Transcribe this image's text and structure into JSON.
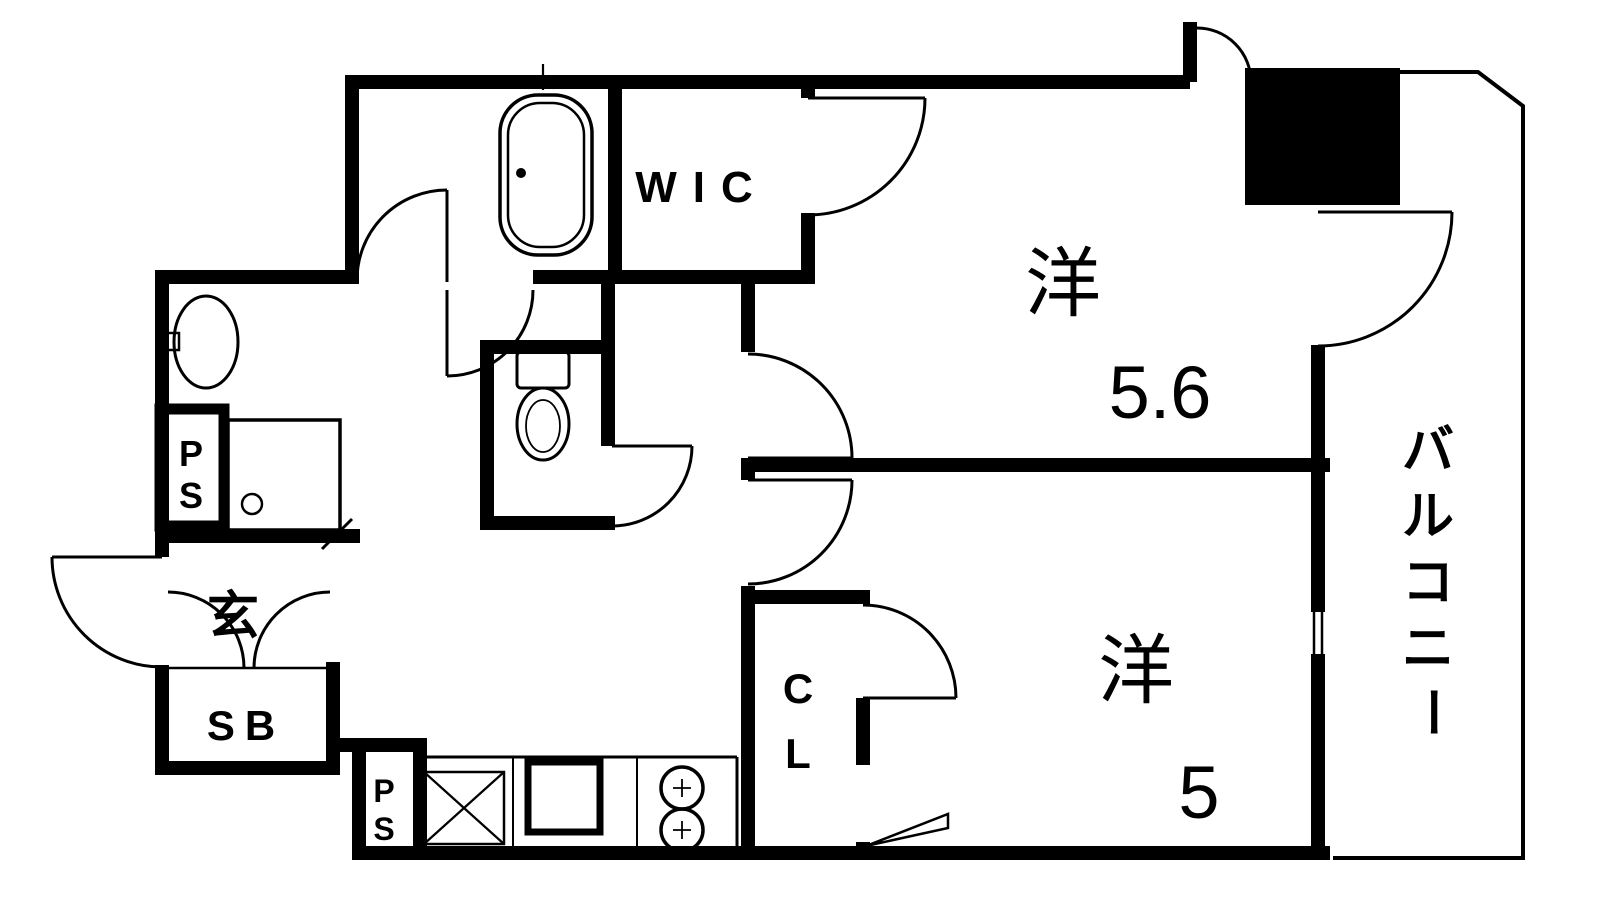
{
  "colors": {
    "wall": "#000000",
    "background": "#ffffff"
  },
  "rooms": {
    "wic": {
      "label": "WIC"
    },
    "bedroom1": {
      "kanji": "洋",
      "size": "5.6"
    },
    "bedroom2": {
      "kanji": "洋",
      "size": "5"
    },
    "balcony": {
      "label": "バルコニー",
      "chars": [
        "バ",
        "ル",
        "コ",
        "ニ",
        "ー"
      ]
    },
    "entrance": {
      "label": "玄"
    },
    "shoe_box": {
      "label": "SB"
    },
    "pipe_space_left": {
      "label": "PS",
      "chars": [
        "P",
        "S"
      ]
    },
    "pipe_space_bottom": {
      "label": "PS",
      "chars": [
        "P",
        "S"
      ]
    },
    "closet": {
      "label": "CL",
      "chars": [
        "C",
        "L"
      ]
    }
  }
}
